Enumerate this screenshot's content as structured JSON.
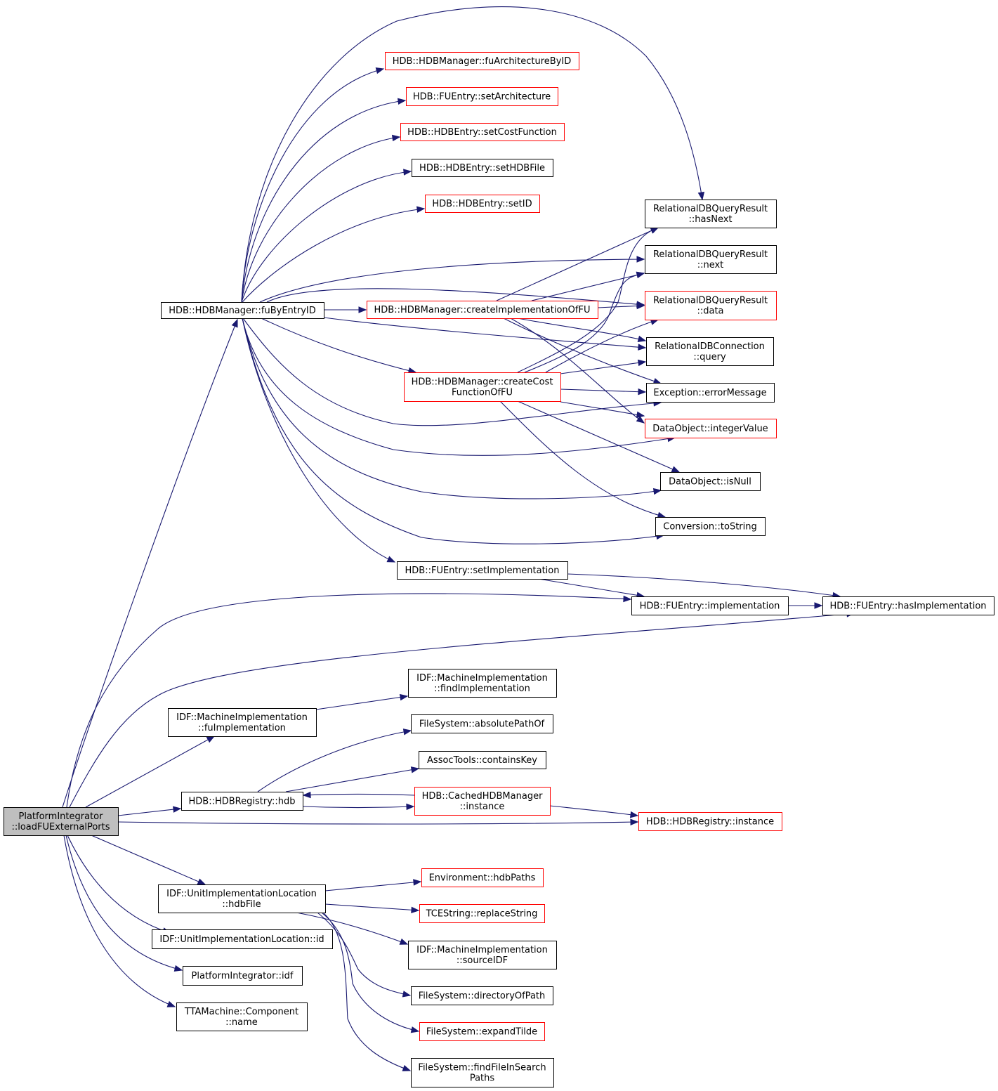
{
  "colors": {
    "edge": "#191970",
    "border_normal": "#000000",
    "border_truncated": "#ff0000",
    "root_fill": "#bfbfbf",
    "node_fill": "#ffffff"
  },
  "nodes": [
    {
      "id": "root",
      "lines": [
        "PlatformIntegrator",
        "::loadFUExternalPorts"
      ],
      "style": "root"
    },
    {
      "id": "fuByEntryID",
      "lines": [
        "HDB::HDBManager::fuByEntryID"
      ],
      "style": "normal"
    },
    {
      "id": "fuArchitectureByID",
      "lines": [
        "HDB::HDBManager::fuArchitectureByID"
      ],
      "style": "red"
    },
    {
      "id": "setArchitecture",
      "lines": [
        "HDB::FUEntry::setArchitecture"
      ],
      "style": "red"
    },
    {
      "id": "setCostFunction",
      "lines": [
        "HDB::HDBEntry::setCostFunction"
      ],
      "style": "red"
    },
    {
      "id": "setHDBFile",
      "lines": [
        "HDB::HDBEntry::setHDBFile"
      ],
      "style": "normal"
    },
    {
      "id": "setID",
      "lines": [
        "HDB::HDBEntry::setID"
      ],
      "style": "red"
    },
    {
      "id": "createImplementationOfFU",
      "lines": [
        "HDB::HDBManager::createImplementationOfFU"
      ],
      "style": "red"
    },
    {
      "id": "createCostFunctionOfFU",
      "lines": [
        "HDB::HDBManager::createCost",
        "FunctionOfFU"
      ],
      "style": "red"
    },
    {
      "id": "hasNext",
      "lines": [
        "RelationalDBQueryResult",
        "::hasNext"
      ],
      "style": "normal"
    },
    {
      "id": "next",
      "lines": [
        "RelationalDBQueryResult",
        "::next"
      ],
      "style": "normal"
    },
    {
      "id": "data",
      "lines": [
        "RelationalDBQueryResult",
        "::data"
      ],
      "style": "red"
    },
    {
      "id": "query",
      "lines": [
        "RelationalDBConnection",
        "::query"
      ],
      "style": "normal"
    },
    {
      "id": "errorMessage",
      "lines": [
        "Exception::errorMessage"
      ],
      "style": "normal"
    },
    {
      "id": "integerValue",
      "lines": [
        "DataObject::integerValue"
      ],
      "style": "red"
    },
    {
      "id": "isNull",
      "lines": [
        "DataObject::isNull"
      ],
      "style": "normal"
    },
    {
      "id": "toString",
      "lines": [
        "Conversion::toString"
      ],
      "style": "normal"
    },
    {
      "id": "setImplementation",
      "lines": [
        "HDB::FUEntry::setImplementation"
      ],
      "style": "normal"
    },
    {
      "id": "implementation",
      "lines": [
        "HDB::FUEntry::implementation"
      ],
      "style": "normal"
    },
    {
      "id": "hasImplementation",
      "lines": [
        "HDB::FUEntry::hasImplementation"
      ],
      "style": "normal"
    },
    {
      "id": "findImplementation",
      "lines": [
        "IDF::MachineImplementation",
        "::findImplementation"
      ],
      "style": "normal"
    },
    {
      "id": "fuImplementation",
      "lines": [
        "IDF::MachineImplementation",
        "::fuImplementation"
      ],
      "style": "normal"
    },
    {
      "id": "absolutePathOf",
      "lines": [
        "FileSystem::absolutePathOf"
      ],
      "style": "normal"
    },
    {
      "id": "containsKey",
      "lines": [
        "AssocTools::containsKey"
      ],
      "style": "normal"
    },
    {
      "id": "hdb",
      "lines": [
        "HDB::HDBRegistry::hdb"
      ],
      "style": "normal"
    },
    {
      "id": "cachedInstance",
      "lines": [
        "HDB::CachedHDBManager",
        "::instance"
      ],
      "style": "red"
    },
    {
      "id": "registryInstance",
      "lines": [
        "HDB::HDBRegistry::instance"
      ],
      "style": "red"
    },
    {
      "id": "hdbFile",
      "lines": [
        "IDF::UnitImplementationLocation",
        "::hdbFile"
      ],
      "style": "normal"
    },
    {
      "id": "hdbPaths",
      "lines": [
        "Environment::hdbPaths"
      ],
      "style": "red"
    },
    {
      "id": "replaceString",
      "lines": [
        "TCEString::replaceString"
      ],
      "style": "red"
    },
    {
      "id": "uilId",
      "lines": [
        "IDF::UnitImplementationLocation::id"
      ],
      "style": "normal"
    },
    {
      "id": "sourceIDF",
      "lines": [
        "IDF::MachineImplementation",
        "::sourceIDF"
      ],
      "style": "normal"
    },
    {
      "id": "idf",
      "lines": [
        "PlatformIntegrator::idf"
      ],
      "style": "normal"
    },
    {
      "id": "directoryOfPath",
      "lines": [
        "FileSystem::directoryOfPath"
      ],
      "style": "normal"
    },
    {
      "id": "expandTilde",
      "lines": [
        "FileSystem::expandTilde"
      ],
      "style": "red"
    },
    {
      "id": "componentName",
      "lines": [
        "TTAMachine::Component",
        "::name"
      ],
      "style": "normal"
    },
    {
      "id": "findFileInSearchPaths",
      "lines": [
        "FileSystem::findFileInSearch",
        "Paths"
      ],
      "style": "normal"
    }
  ],
  "edges": [
    {
      "from": "root",
      "to": "fuByEntryID"
    },
    {
      "from": "root",
      "to": "implementation"
    },
    {
      "from": "root",
      "to": "hasImplementation"
    },
    {
      "from": "root",
      "to": "fuImplementation"
    },
    {
      "from": "root",
      "to": "hdb"
    },
    {
      "from": "root",
      "to": "registryInstance"
    },
    {
      "from": "root",
      "to": "hdbFile"
    },
    {
      "from": "root",
      "to": "uilId"
    },
    {
      "from": "root",
      "to": "idf"
    },
    {
      "from": "root",
      "to": "componentName"
    },
    {
      "from": "fuByEntryID",
      "to": "fuArchitectureByID"
    },
    {
      "from": "fuByEntryID",
      "to": "setArchitecture"
    },
    {
      "from": "fuByEntryID",
      "to": "setCostFunction"
    },
    {
      "from": "fuByEntryID",
      "to": "setHDBFile"
    },
    {
      "from": "fuByEntryID",
      "to": "setID"
    },
    {
      "from": "fuByEntryID",
      "to": "hasNext"
    },
    {
      "from": "fuByEntryID",
      "to": "next"
    },
    {
      "from": "fuByEntryID",
      "to": "data"
    },
    {
      "from": "fuByEntryID",
      "to": "createImplementationOfFU"
    },
    {
      "from": "fuByEntryID",
      "to": "query"
    },
    {
      "from": "fuByEntryID",
      "to": "createCostFunctionOfFU"
    },
    {
      "from": "fuByEntryID",
      "to": "errorMessage"
    },
    {
      "from": "fuByEntryID",
      "to": "integerValue"
    },
    {
      "from": "fuByEntryID",
      "to": "isNull"
    },
    {
      "from": "fuByEntryID",
      "to": "toString"
    },
    {
      "from": "fuByEntryID",
      "to": "setImplementation"
    },
    {
      "from": "createImplementationOfFU",
      "to": "hasNext"
    },
    {
      "from": "createImplementationOfFU",
      "to": "next"
    },
    {
      "from": "createImplementationOfFU",
      "to": "data"
    },
    {
      "from": "createImplementationOfFU",
      "to": "query"
    },
    {
      "from": "createImplementationOfFU",
      "to": "errorMessage"
    },
    {
      "from": "createImplementationOfFU",
      "to": "integerValue"
    },
    {
      "from": "createCostFunctionOfFU",
      "to": "hasNext"
    },
    {
      "from": "createCostFunctionOfFU",
      "to": "next"
    },
    {
      "from": "createCostFunctionOfFU",
      "to": "data"
    },
    {
      "from": "createCostFunctionOfFU",
      "to": "query"
    },
    {
      "from": "createCostFunctionOfFU",
      "to": "errorMessage"
    },
    {
      "from": "createCostFunctionOfFU",
      "to": "integerValue"
    },
    {
      "from": "createCostFunctionOfFU",
      "to": "isNull"
    },
    {
      "from": "createCostFunctionOfFU",
      "to": "toString"
    },
    {
      "from": "setImplementation",
      "to": "implementation"
    },
    {
      "from": "setImplementation",
      "to": "hasImplementation"
    },
    {
      "from": "implementation",
      "to": "hasImplementation"
    },
    {
      "from": "fuImplementation",
      "to": "findImplementation"
    },
    {
      "from": "hdb",
      "to": "absolutePathOf"
    },
    {
      "from": "hdb",
      "to": "containsKey"
    },
    {
      "from": "hdb",
      "to": "cachedInstance"
    },
    {
      "from": "cachedInstance",
      "to": "hdb"
    },
    {
      "from": "cachedInstance",
      "to": "registryInstance"
    },
    {
      "from": "hdbFile",
      "to": "hdbPaths"
    },
    {
      "from": "hdbFile",
      "to": "replaceString"
    },
    {
      "from": "hdbFile",
      "to": "sourceIDF"
    },
    {
      "from": "hdbFile",
      "to": "directoryOfPath"
    },
    {
      "from": "hdbFile",
      "to": "expandTilde"
    },
    {
      "from": "hdbFile",
      "to": "findFileInSearchPaths"
    }
  ]
}
